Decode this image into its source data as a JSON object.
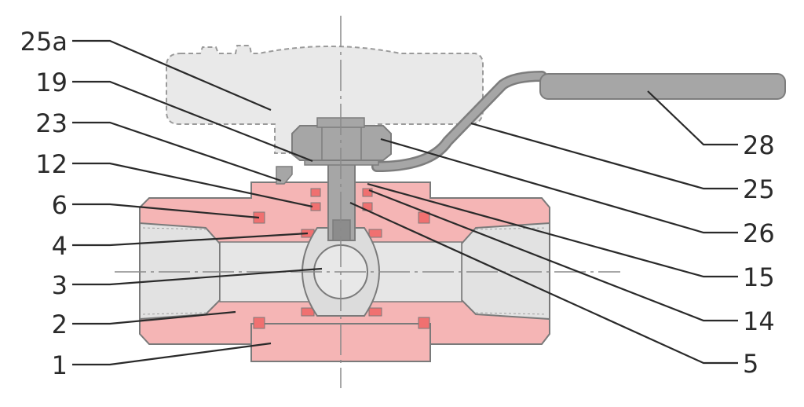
{
  "colors": {
    "body_fill": "#f5b5b5",
    "body_stroke": "#7a7a7a",
    "seal_fill": "#f07070",
    "steel_fill": "#a6a6a6",
    "steel_dark": "#8c8c8c",
    "ghost_fill": "#e9e9e9",
    "ghost_stroke": "#9a9a9a",
    "leader": "#2a2a2a",
    "centerline": "#8a8a8a"
  },
  "labels_left": [
    {
      "text": "25a"
    },
    {
      "text": "19"
    },
    {
      "text": "23"
    },
    {
      "text": "12"
    },
    {
      "text": "6"
    },
    {
      "text": "4"
    },
    {
      "text": "3"
    },
    {
      "text": "2"
    },
    {
      "text": "1"
    }
  ],
  "labels_right": [
    {
      "text": "28"
    },
    {
      "text": "25"
    },
    {
      "text": "26"
    },
    {
      "text": "15"
    },
    {
      "text": "14"
    },
    {
      "text": "5"
    }
  ]
}
